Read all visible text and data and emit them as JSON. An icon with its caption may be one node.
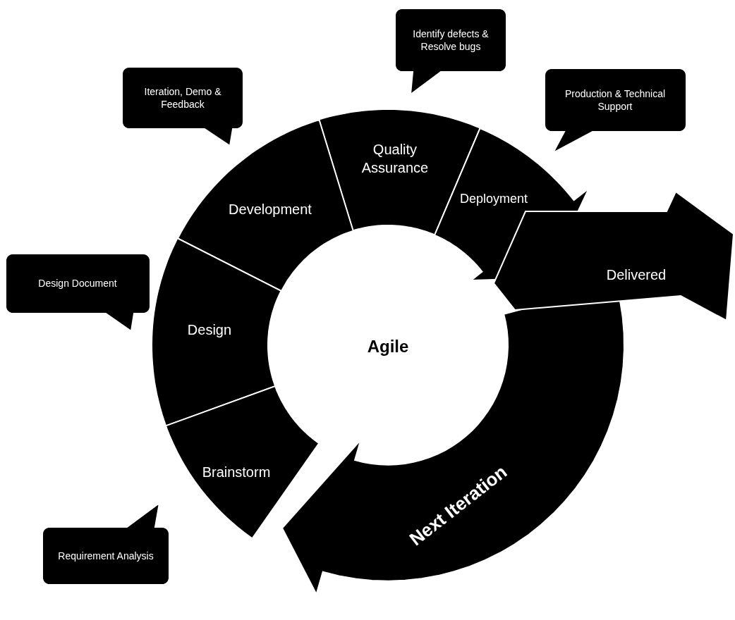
{
  "diagram": {
    "nodes": [
      {
        "text": [
          "Identify defects & Resolve bugs"
        ]
      },
      {
        "text": [
          "Iteration, Demo & Feedback"
        ]
      },
      {
        "text": [
          "Production & Technical Support"
        ]
      },
      {
        "text": [
          "Quality Assurance"
        ]
      },
      {
        "text": [
          "Development"
        ]
      },
      {
        "text": [
          "Deployment"
        ]
      },
      {
        "text": [
          "Delivered"
        ]
      },
      {
        "text": [
          "Design Document"
        ]
      },
      {
        "text": [
          "Design"
        ]
      },
      {
        "text": [
          "Brainstorm"
        ]
      },
      {
        "text": [
          "Next Iteration"
        ]
      },
      {
        "text": [
          "Requirement Analysis"
        ]
      }
    ],
    "labels": [
      "Agile"
    ]
  }
}
